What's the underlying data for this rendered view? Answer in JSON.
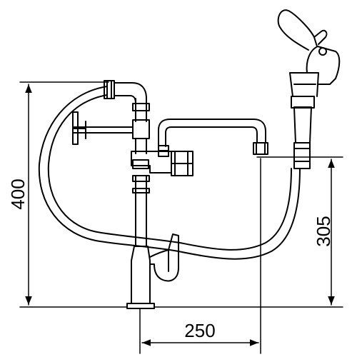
{
  "dimensions": {
    "overall_height": "400",
    "hose_outlet_height": "305",
    "spout_reach": "250"
  },
  "colors": {
    "line": "#000000",
    "background": "#ffffff"
  }
}
